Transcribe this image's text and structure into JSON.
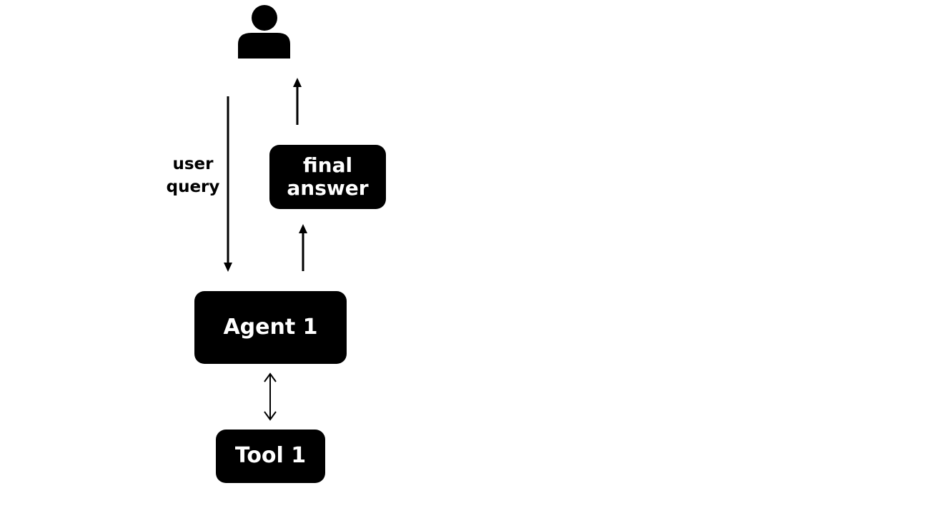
{
  "diagram": {
    "user_icon": "user-icon",
    "edge_labels": {
      "user_query_line1": "user",
      "user_query_line2": "query"
    },
    "nodes": {
      "final_answer_line1": "final",
      "final_answer_line2": "answer",
      "agent": "Agent 1",
      "tool": "Tool 1"
    },
    "colors": {
      "node_fill": "#000000",
      "node_text": "#ffffff",
      "arrow": "#000000",
      "background": "#ffffff"
    }
  }
}
